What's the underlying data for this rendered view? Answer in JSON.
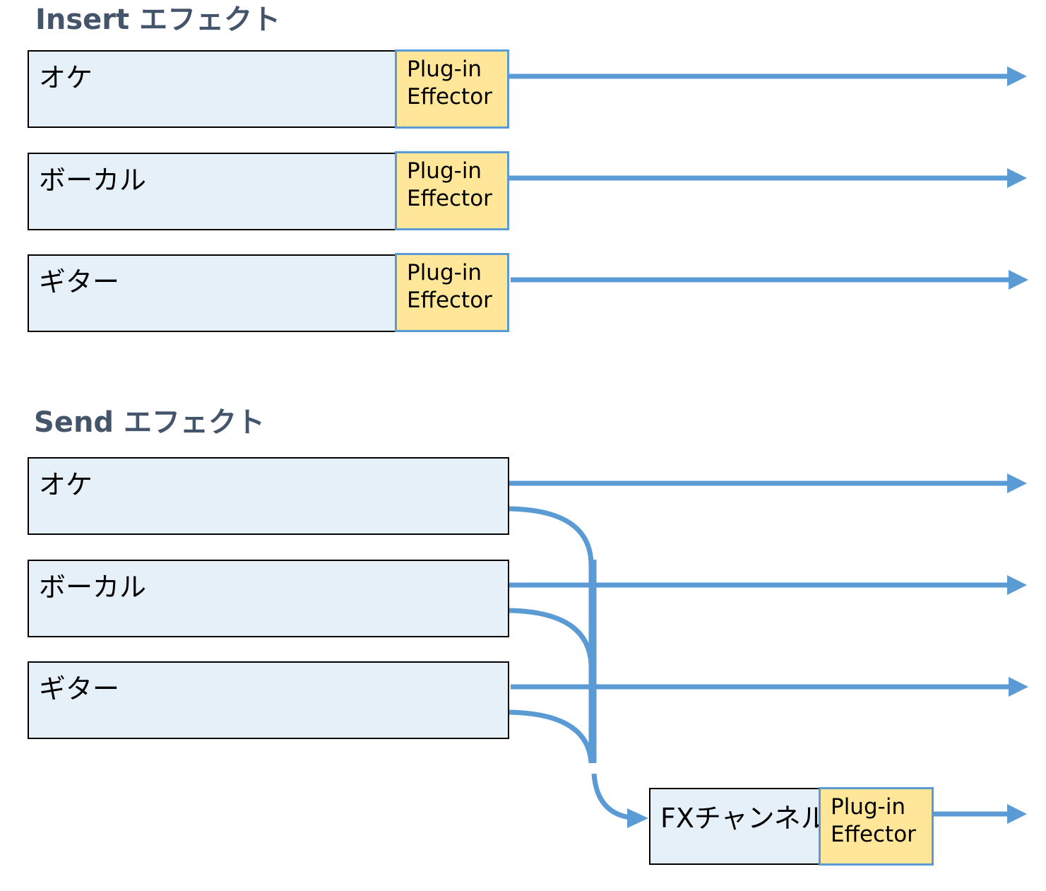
{
  "colors": {
    "heading": "#44546a",
    "track_fill": "#e6f0f9",
    "track_border": "#000000",
    "plugin_fill": "#ffe699",
    "plugin_border": "#5b9bd5",
    "signal_line": "#5b9bd5"
  },
  "insert": {
    "title": "Insert エフェクト",
    "tracks": [
      {
        "name": "オケ",
        "plugin_line1": "Plug-in",
        "plugin_line2": "Effector"
      },
      {
        "name": "ボーカル",
        "plugin_line1": "Plug-in",
        "plugin_line2": "Effector"
      },
      {
        "name": "ギター",
        "plugin_line1": "Plug-in",
        "plugin_line2": "Effector"
      }
    ]
  },
  "send": {
    "title": "Send エフェクト",
    "tracks": [
      {
        "name": "オケ"
      },
      {
        "name": "ボーカル"
      },
      {
        "name": "ギター"
      }
    ],
    "fx_channel": {
      "name": "FXチャンネル",
      "plugin_line1": "Plug-in",
      "plugin_line2": "Effector"
    }
  }
}
